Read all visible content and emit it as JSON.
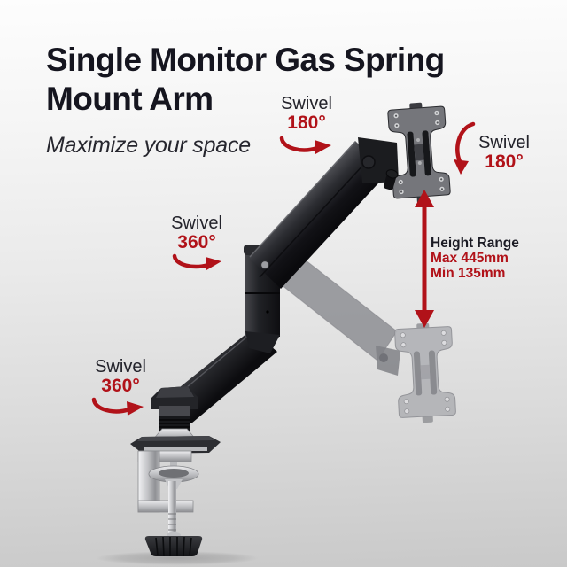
{
  "poster": {
    "title_line1": "Single Monitor Gas Spring",
    "title_line2": "Mount Arm",
    "subtitle": "Maximize your space"
  },
  "annotations": {
    "swivel_top": {
      "label": "Swivel",
      "value": "180°",
      "icon": "rotate-arrow"
    },
    "swivel_head": {
      "label": "Swivel",
      "value": "180°",
      "icon": "arc-down-arrow"
    },
    "swivel_mid": {
      "label": "Swivel",
      "value": "360°",
      "icon": "rotate-arrow"
    },
    "swivel_base": {
      "label": "Swivel",
      "value": "360°",
      "icon": "rotate-arrow"
    },
    "height_range": {
      "label": "Height Range",
      "max": "Max 445mm",
      "min": "Min 135mm",
      "icon": "double-vertical-arrow"
    }
  },
  "product": {
    "subject": "single monitor gas spring mount arm with desk clamp",
    "states_shown": [
      "raised position (solid)",
      "lowered position (ghosted)"
    ]
  },
  "colors": {
    "accent_red": "#b11219",
    "title_text": "#15151f",
    "label_text": "#23232b",
    "arm_black": "#141518",
    "plate_gray": "#5c5d62",
    "ghost_gray": "#8a8b90",
    "silver": "#c6c7ca",
    "background_top": "#fdfdfd",
    "background_bottom": "#c9c9c9"
  }
}
